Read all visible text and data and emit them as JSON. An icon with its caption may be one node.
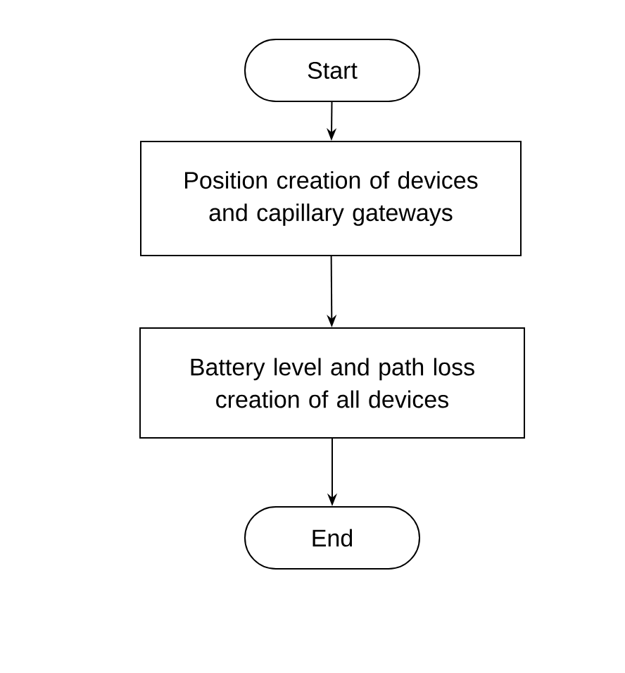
{
  "diagram": {
    "nodes": [
      {
        "text": [
          "Start"
        ]
      },
      {
        "text": [
          "Position creation of devices and capillary gateways"
        ]
      },
      {
        "text": [
          "Battery level and path loss creation of all devices"
        ]
      },
      {
        "text": [
          "End"
        ]
      }
    ],
    "edges": [
      {
        "from": 0,
        "to": 1,
        "arrow": "to"
      },
      {
        "from": 1,
        "to": 2,
        "arrow": "to"
      },
      {
        "from": 2,
        "to": 3,
        "arrow": "to"
      }
    ]
  }
}
